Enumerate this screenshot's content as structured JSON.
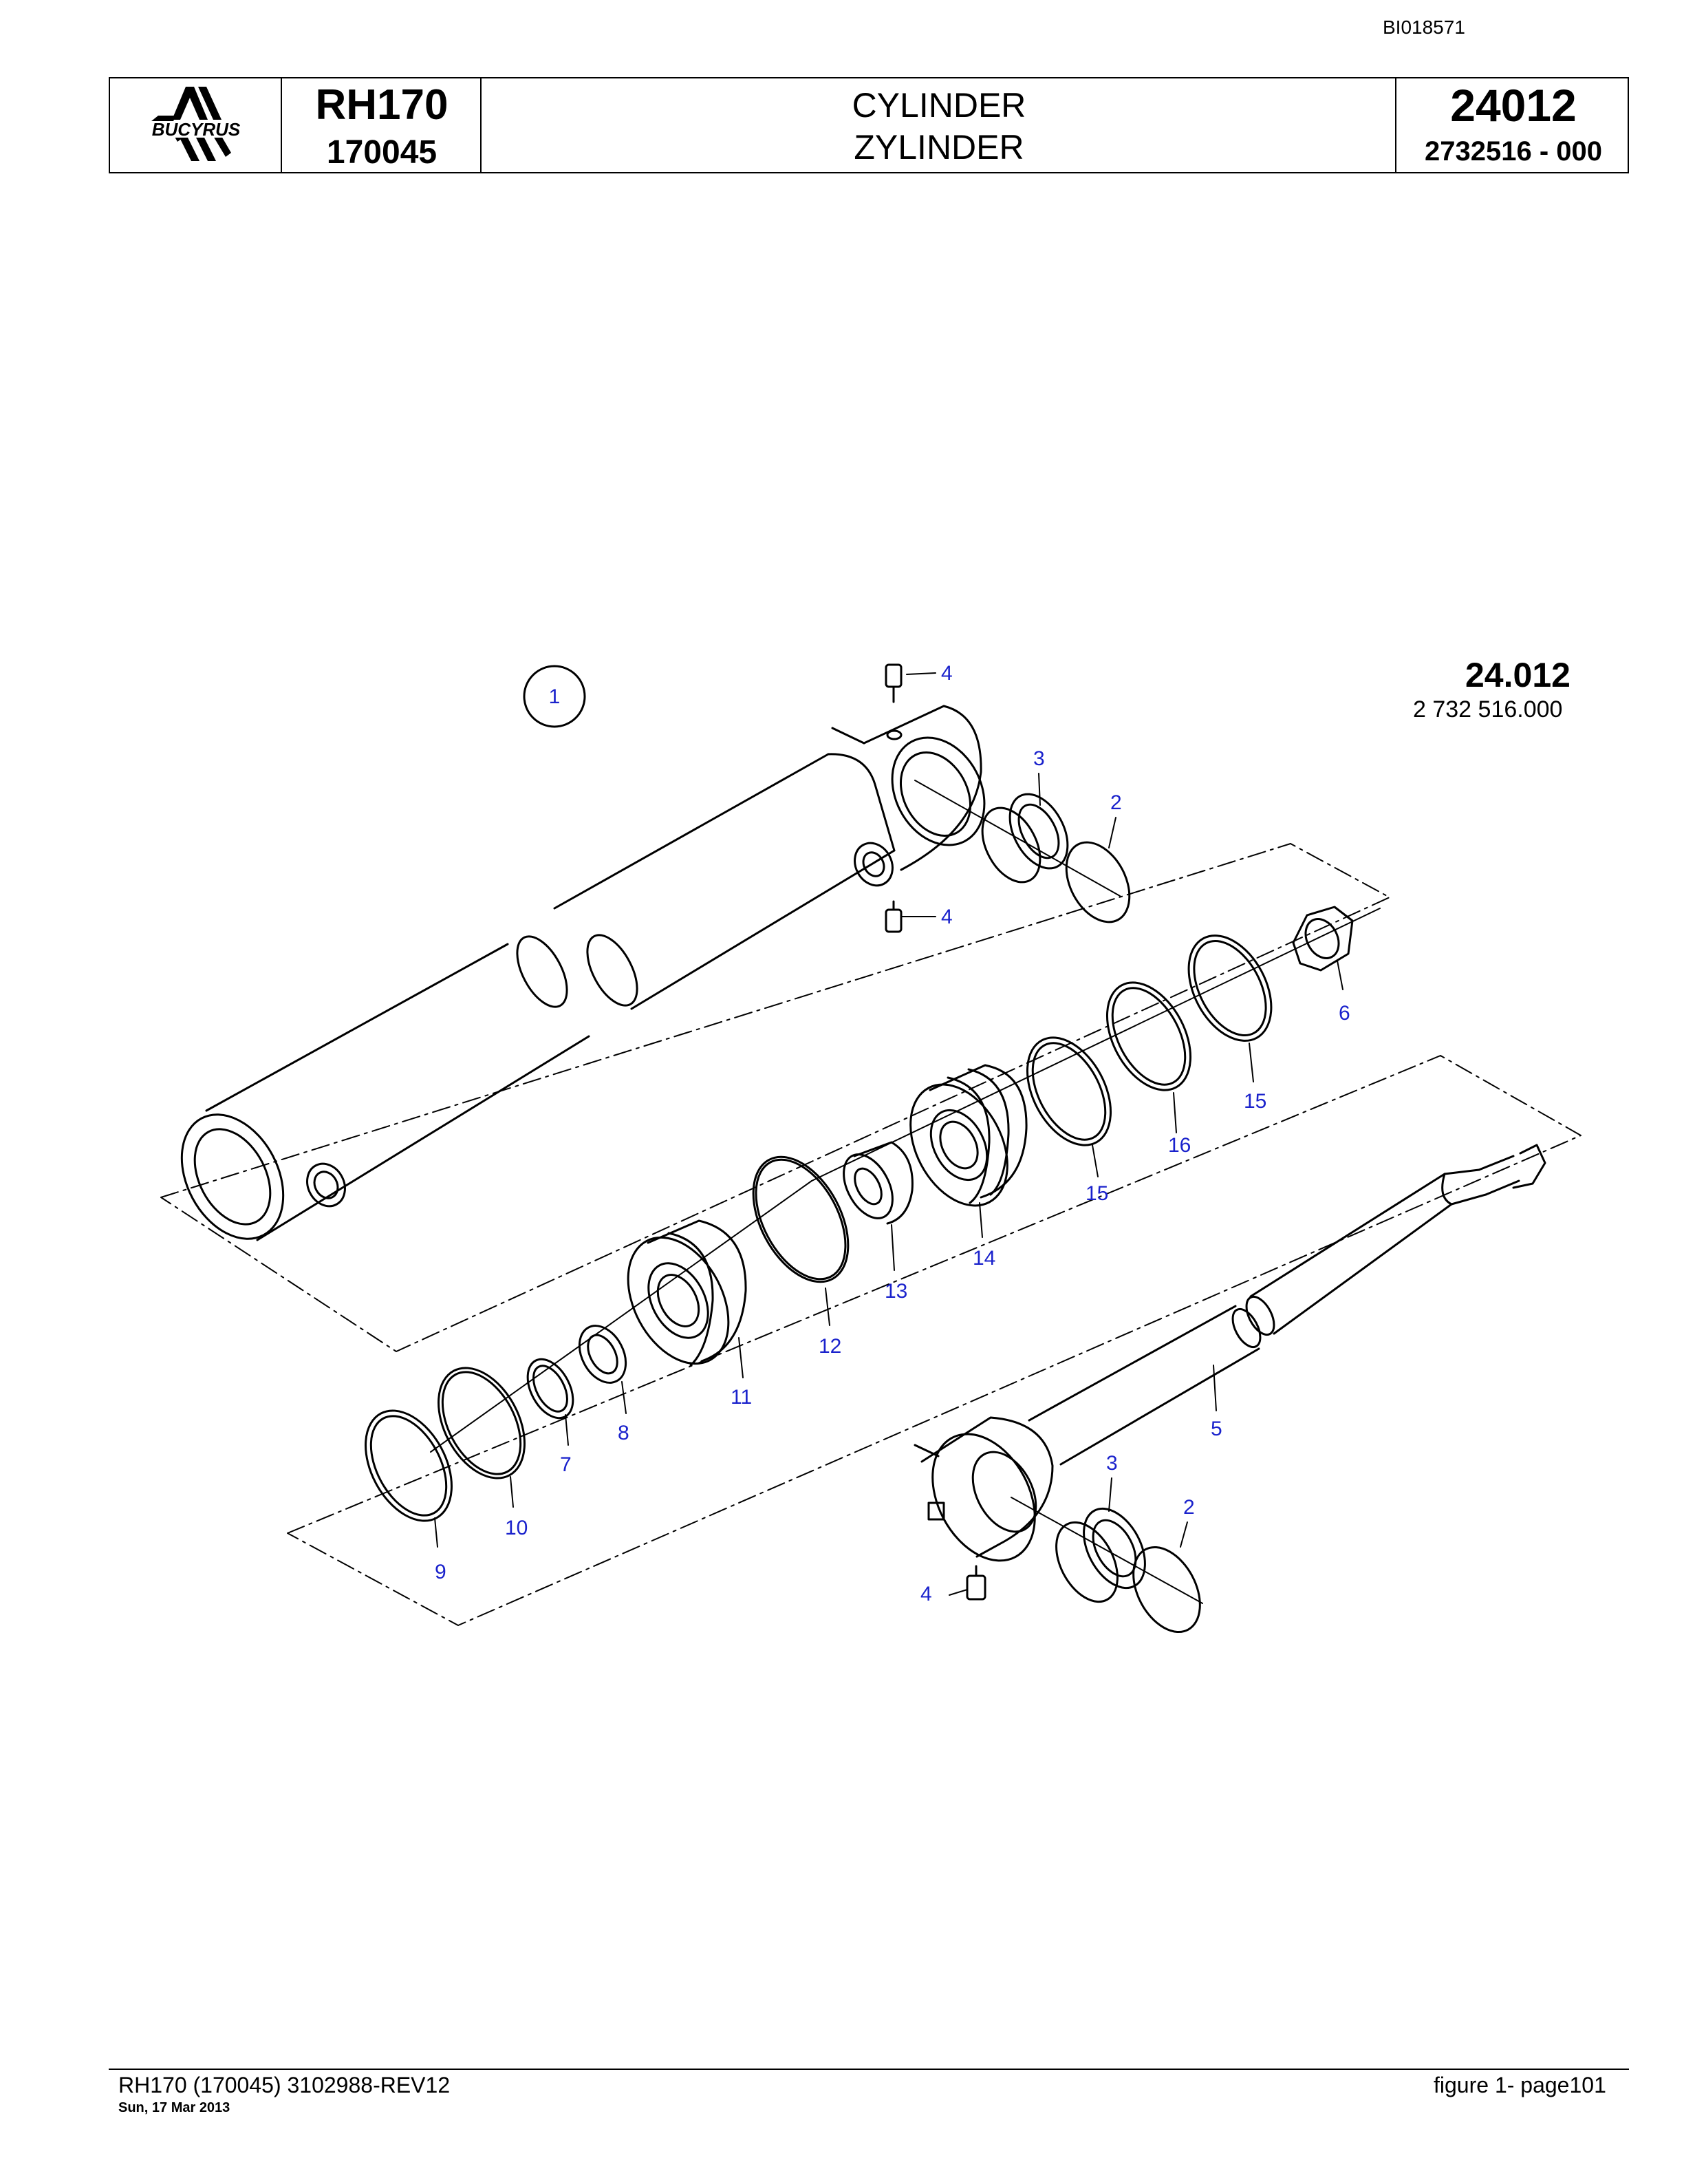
{
  "doc_id": "BI018571",
  "header": {
    "brand": "BUCYRUS",
    "model_name": "RH170",
    "model_serial": "170045",
    "title_en": "CYLINDER",
    "title_de": "ZYLINDER",
    "group_number": "24012",
    "group_part": "2732516  - 000"
  },
  "figure": {
    "number": "24.012",
    "part": "2 732 516.000",
    "callouts": {
      "c1": "1",
      "c2a": "2",
      "c2b": "2",
      "c3a": "3",
      "c3b": "3",
      "c4a": "4",
      "c4b": "4",
      "c4c": "4",
      "c5": "5",
      "c6": "6",
      "c7": "7",
      "c8": "8",
      "c9": "9",
      "c10": "10",
      "c11": "11",
      "c12": "12",
      "c13": "13",
      "c14": "14",
      "c15a": "15",
      "c15b": "15",
      "c16": "16"
    }
  },
  "footer": {
    "left": "RH170 (170045) 3102988-REV12",
    "date": "Sun, 17 Mar 2013",
    "right": "figure  1- page101"
  },
  "colors": {
    "callout": "#1a22cc",
    "line": "#000000"
  }
}
